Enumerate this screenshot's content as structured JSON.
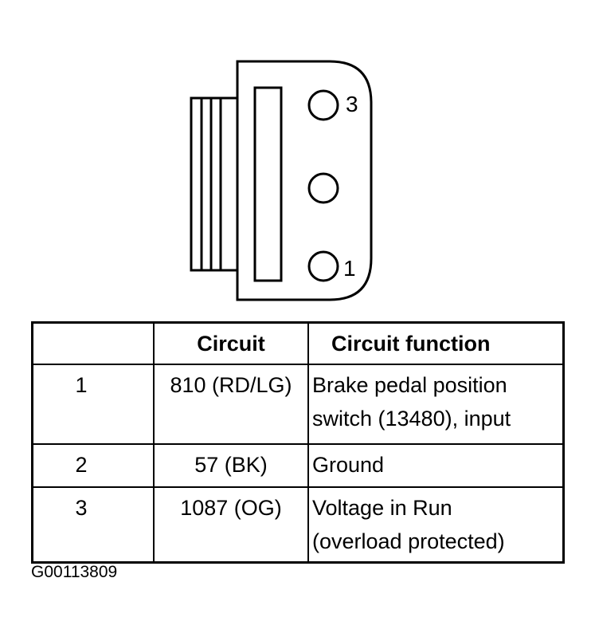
{
  "connector": {
    "pins": [
      {
        "number": "3"
      },
      {
        "number": ""
      },
      {
        "number": "1"
      }
    ]
  },
  "table": {
    "headers": {
      "pin": "",
      "circuit": "Circuit",
      "function": "Circuit function"
    },
    "rows": [
      {
        "pin": "1",
        "circuit": "810 (RD/LG)",
        "function": [
          "Brake pedal position",
          "switch (13480), input"
        ]
      },
      {
        "pin": "2",
        "circuit": "57 (BK)",
        "function": [
          "Ground"
        ]
      },
      {
        "pin": "3",
        "circuit": "1087 (OG)",
        "function": [
          "Voltage in Run",
          "(overload protected)"
        ]
      }
    ]
  },
  "figure_id": "G00113809"
}
